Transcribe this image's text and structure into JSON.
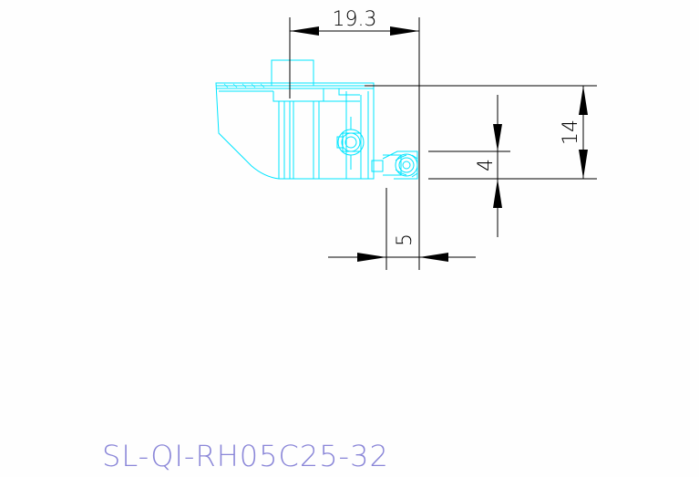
{
  "drawing": {
    "dimensions": {
      "top_width": "19.3",
      "total_height": "14",
      "edge_height": "4",
      "edge_offset": "5"
    },
    "part_code": "SL-QI-RH05C25-32"
  },
  "colors": {
    "background": "#fefefe",
    "outline": "#00e5ff",
    "dimension": "#000000",
    "part_code": "#8a86d8"
  }
}
